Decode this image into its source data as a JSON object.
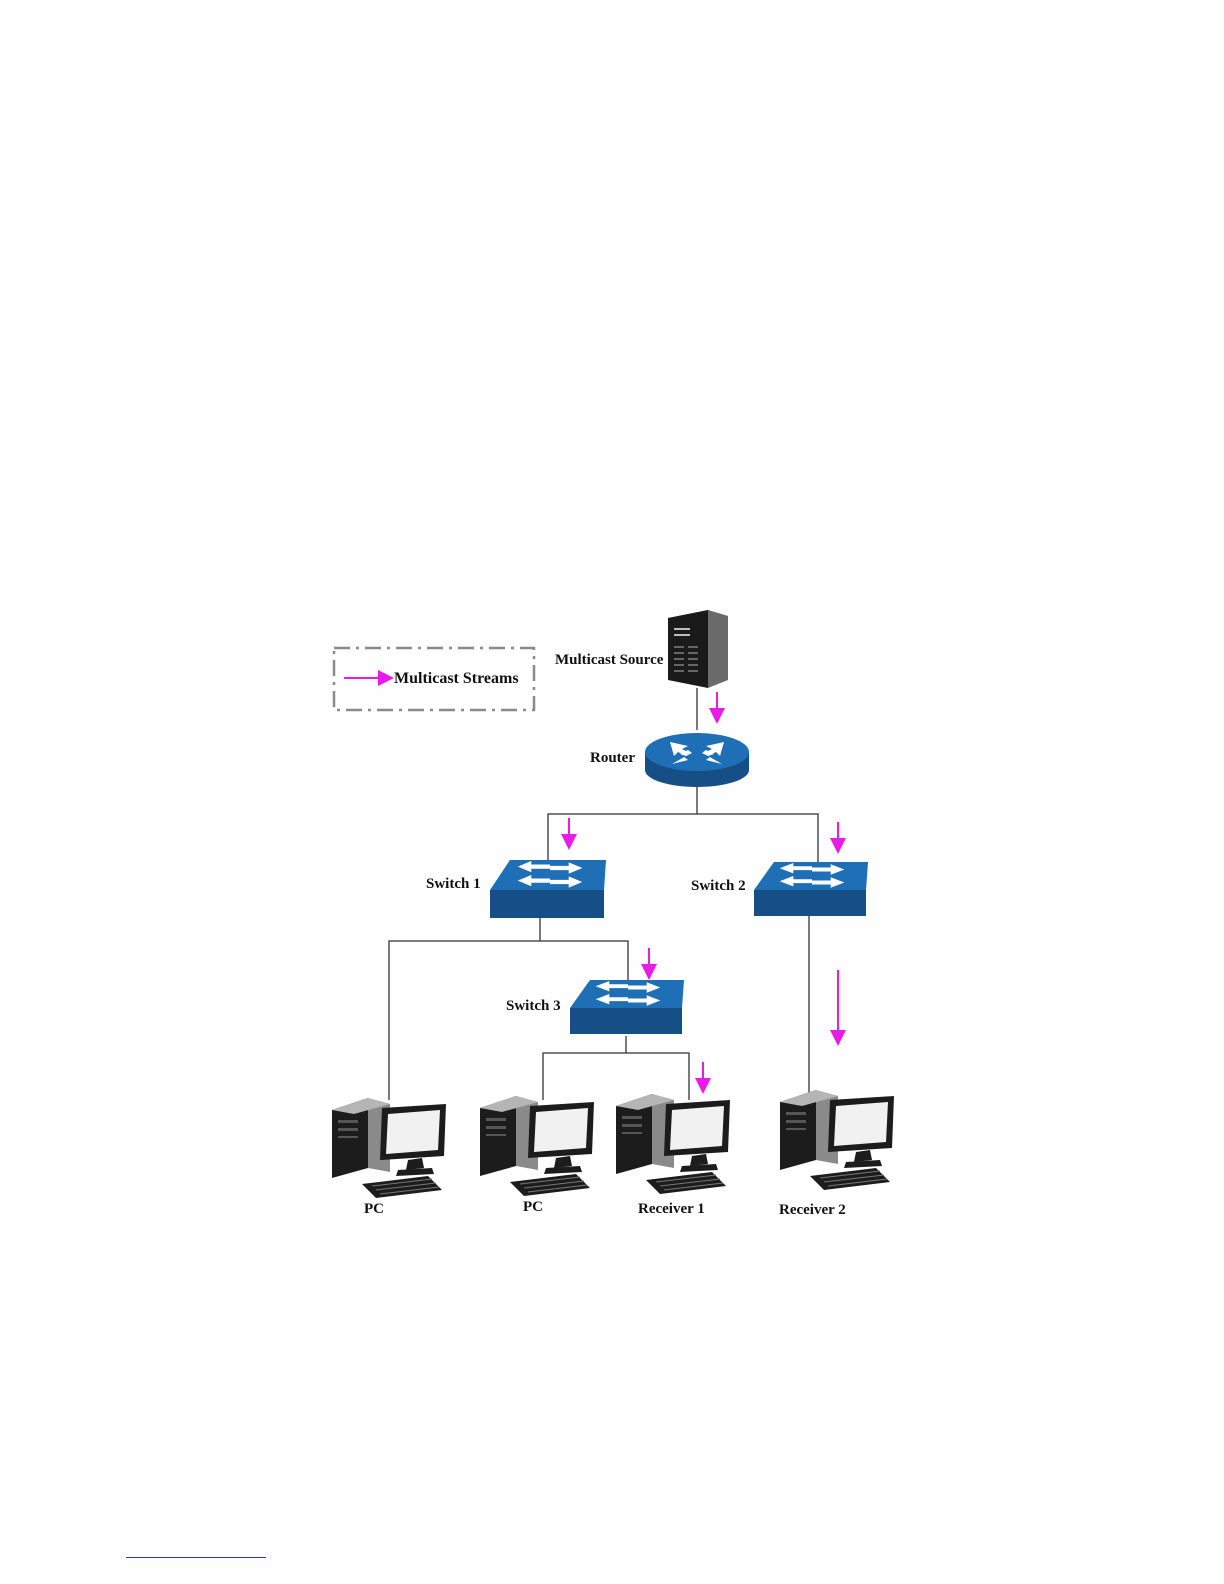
{
  "legend": {
    "label": "Multicast Streams"
  },
  "nodes": {
    "source": "Multicast Source",
    "router": "Router",
    "switch1": "Switch 1",
    "switch2": "Switch 2",
    "switch3": "Switch 3",
    "pc1": "PC",
    "pc2": "PC",
    "receiver1": "Receiver 1",
    "receiver2": "Receiver 2"
  },
  "colors": {
    "stream_arrow": "#e81be8",
    "device_blue": "#1f6fb6",
    "device_blue_dark": "#164f86",
    "line": "#333333"
  }
}
